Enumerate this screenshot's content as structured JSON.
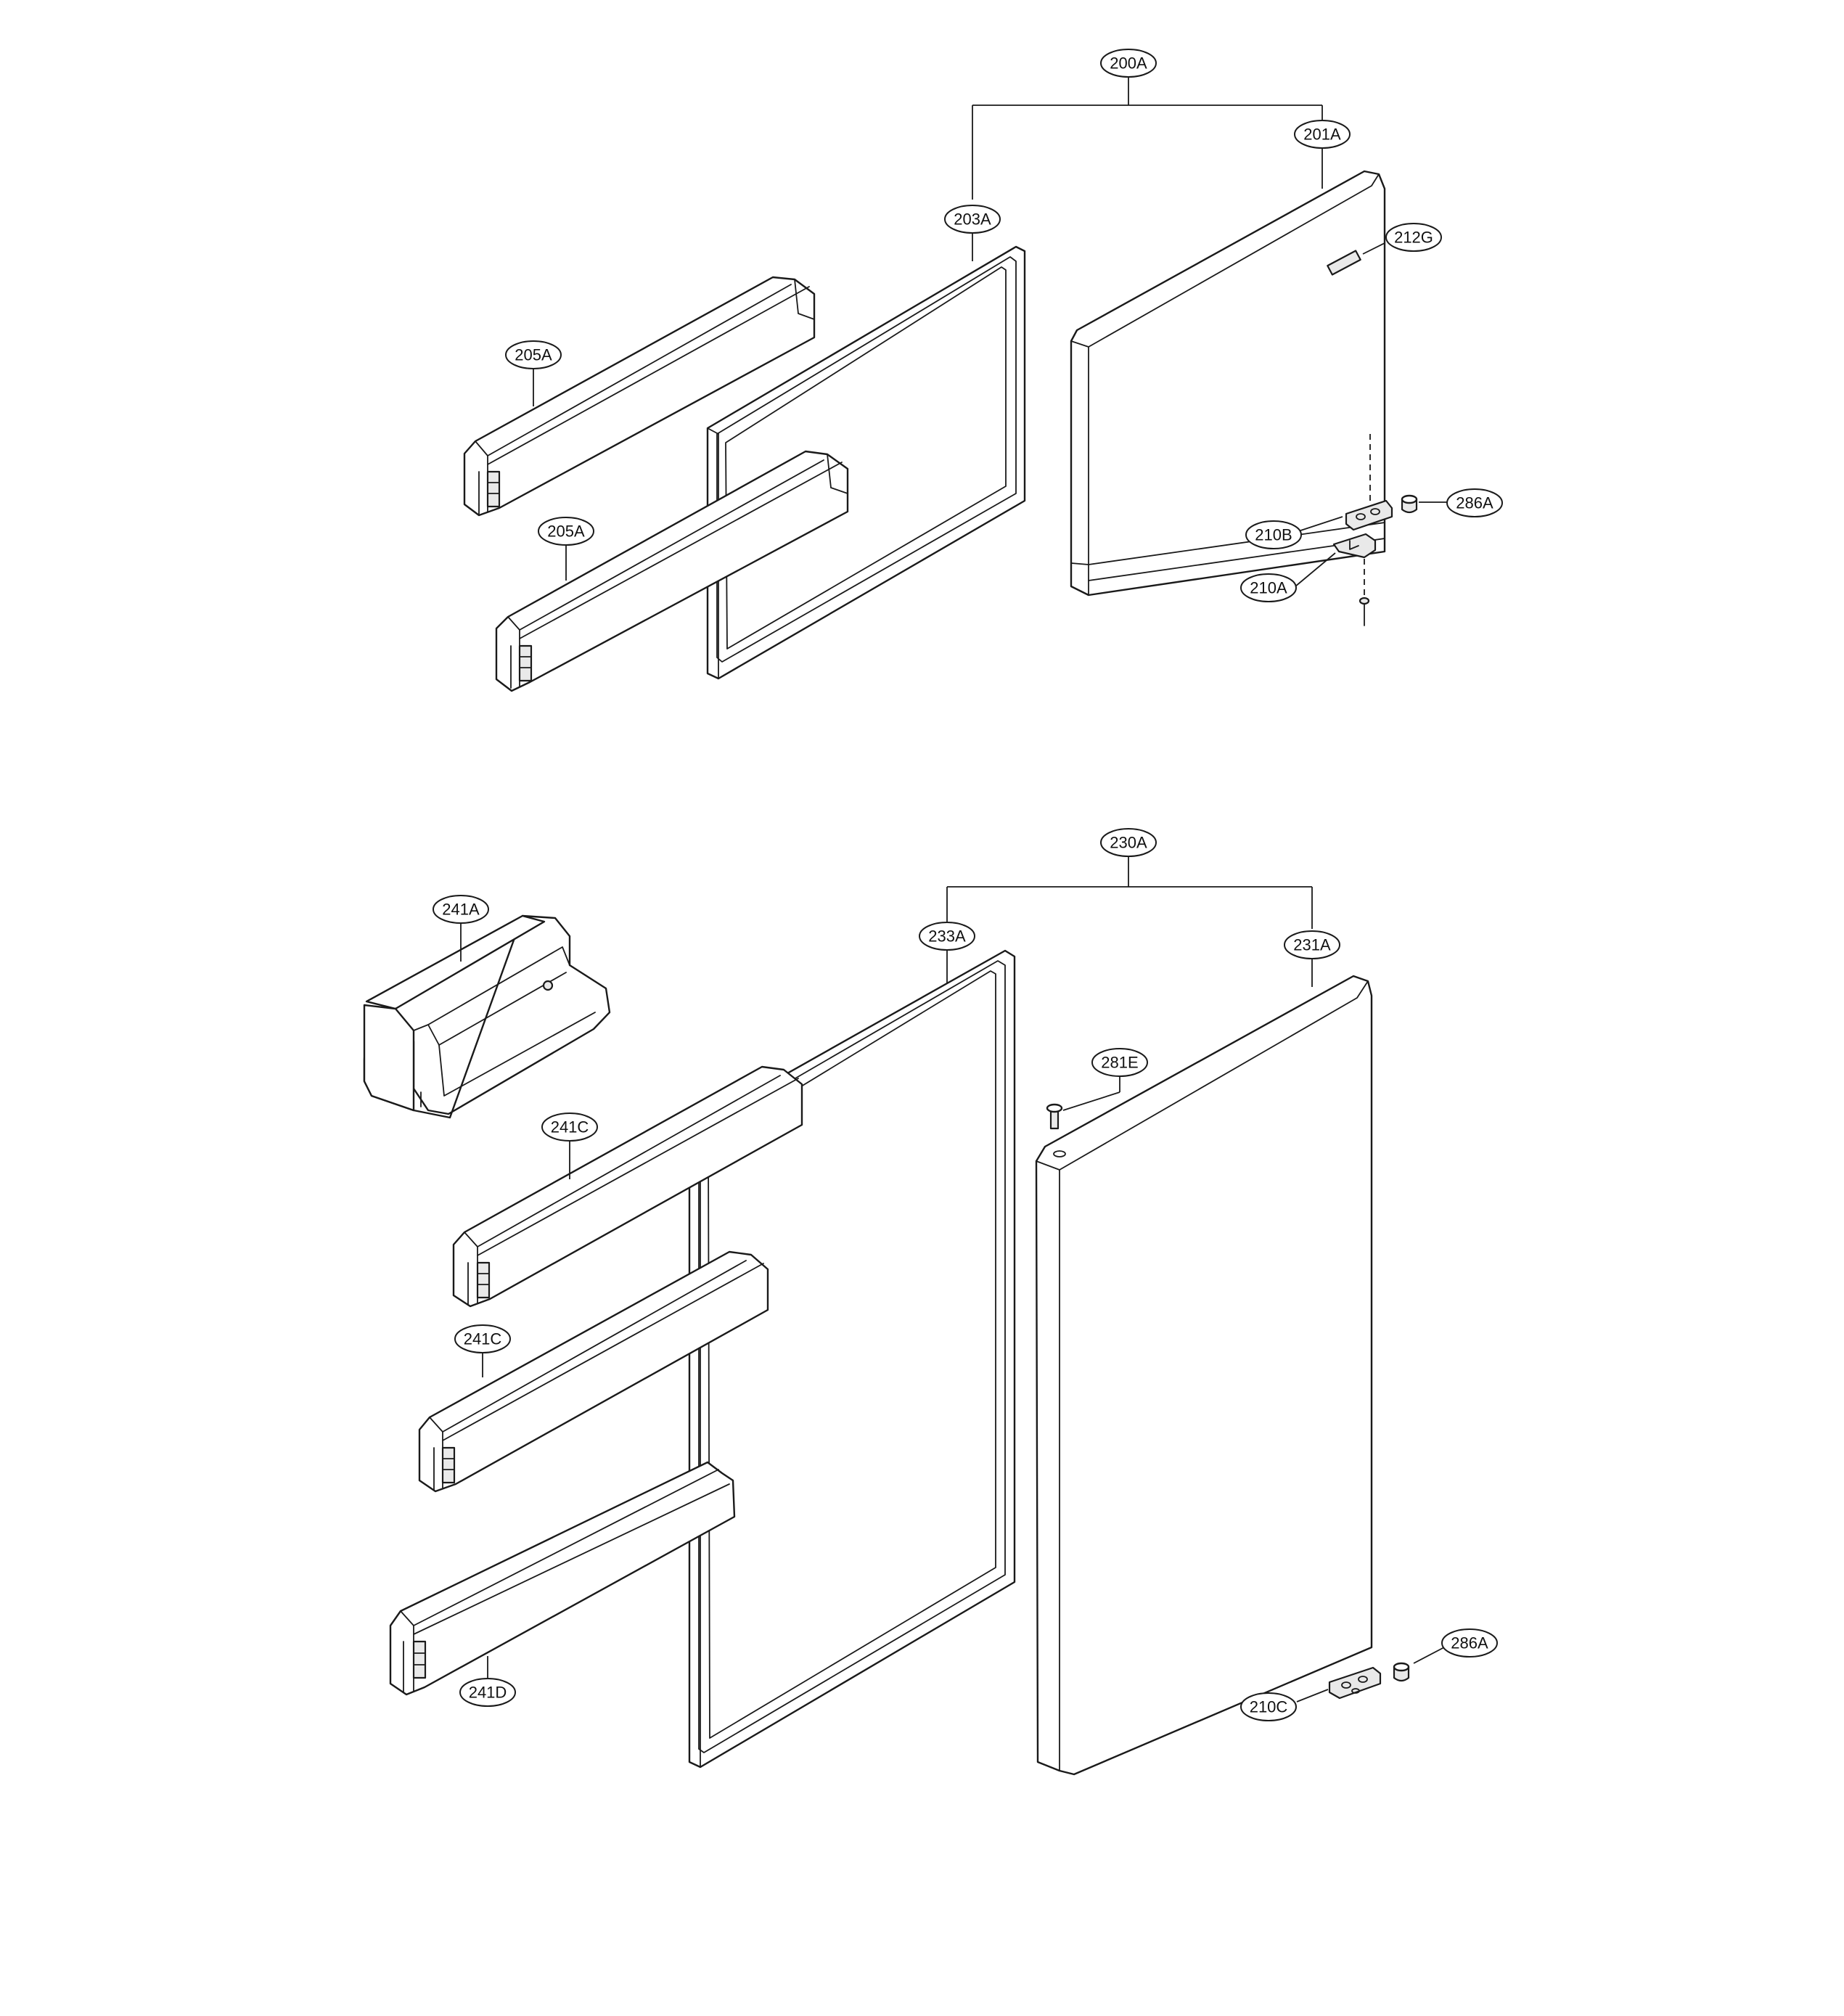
{
  "callouts": {
    "c200A": "200A",
    "c201A": "201A",
    "c203A": "203A",
    "c212G": "212G",
    "c205A_1": "205A",
    "c205A_2": "205A",
    "c286A_1": "286A",
    "c210B": "210B",
    "c210A": "210A",
    "c230A": "230A",
    "c241A": "241A",
    "c233A": "233A",
    "c231A": "231A",
    "c281E": "281E",
    "c241C_1": "241C",
    "c241C_2": "241C",
    "c241D": "241D",
    "c286A_2": "286A",
    "c210C": "210C"
  },
  "colors": {
    "line": "#1a1a1a",
    "background": "#ffffff"
  }
}
